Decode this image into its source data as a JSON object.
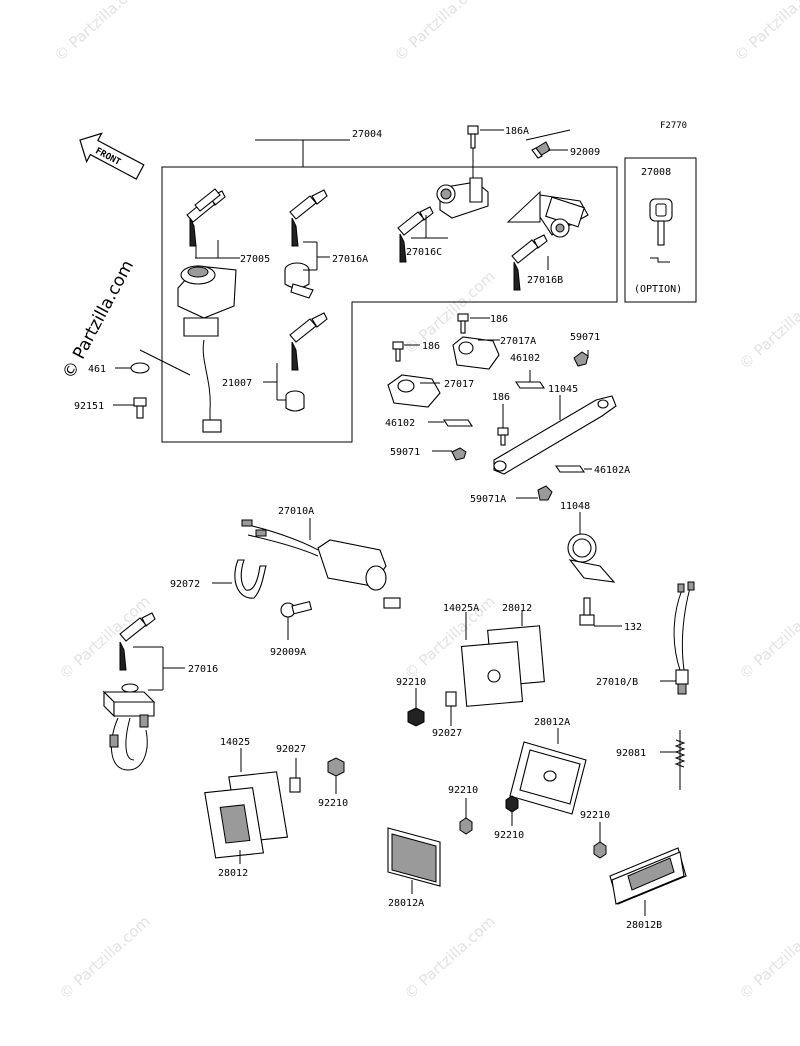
{
  "figure_code": "F2770",
  "front_label": "FRONT",
  "watermark": "© Partzilla.com",
  "option_label": "(OPTION)",
  "part_labels": {
    "p27004": "27004",
    "p186A": "186A",
    "p92009": "92009",
    "p27008": "27008",
    "p27005": "27005",
    "p27016A": "27016A",
    "p27016C": "27016C",
    "p27016B": "27016B",
    "p461": "461",
    "p92151": "92151",
    "p21007": "21007",
    "p186_a": "186",
    "p27017A": "27017A",
    "p59071_a": "59071",
    "p186_b": "186",
    "p27017": "27017",
    "p46102_a": "46102",
    "p11045": "11045",
    "p46102_b": "46102",
    "p186_c": "186",
    "p59071_b": "59071",
    "p46102A": "46102A",
    "p59071A": "59071A",
    "p27010A": "27010A",
    "p11048": "11048",
    "p92072": "92072",
    "p92009A": "92009A",
    "p14025A": "14025A",
    "p28012_a": "28012",
    "p132": "132",
    "p27016": "27016",
    "p92210_a": "92210",
    "p27010B": "27010/B",
    "p92027_a": "92027",
    "p28012A_a": "28012A",
    "p14025": "14025",
    "p92027_b": "92027",
    "p92081": "92081",
    "p92210_b": "92210",
    "p92210_c": "92210",
    "p92210_d": "92210",
    "p28012_b": "28012",
    "p28012A_b": "28012A",
    "p28012B": "28012B"
  }
}
